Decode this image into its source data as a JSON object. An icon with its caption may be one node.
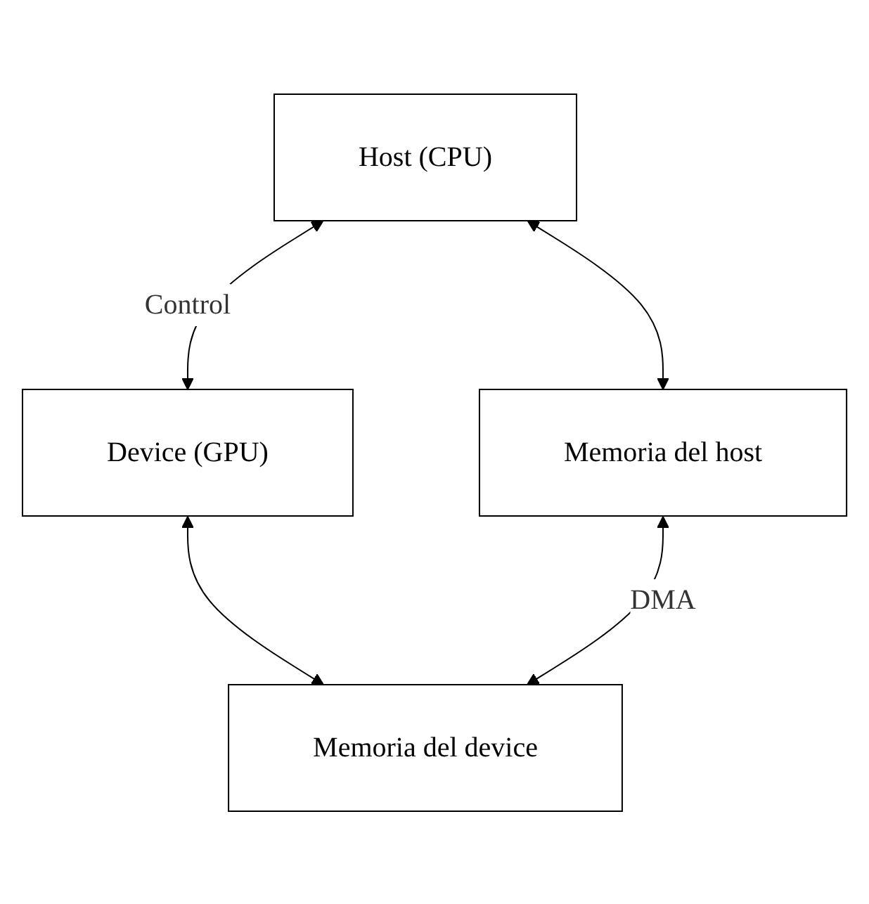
{
  "diagram": {
    "nodes": [
      {
        "text": [
          "Host (CPU)"
        ]
      },
      {
        "text": [
          "Device (GPU)"
        ]
      },
      {
        "text": [
          "Memoria del host"
        ]
      },
      {
        "text": [
          "Memoria del device"
        ]
      }
    ],
    "edges": [
      {
        "from": 0,
        "to": 1,
        "arrow": "both",
        "label": "Control"
      },
      {
        "from": 0,
        "to": 2,
        "arrow": "both"
      },
      {
        "from": 1,
        "to": 3,
        "arrow": "both"
      },
      {
        "from": 2,
        "to": 3,
        "arrow": "both",
        "label": "DMA"
      }
    ]
  }
}
